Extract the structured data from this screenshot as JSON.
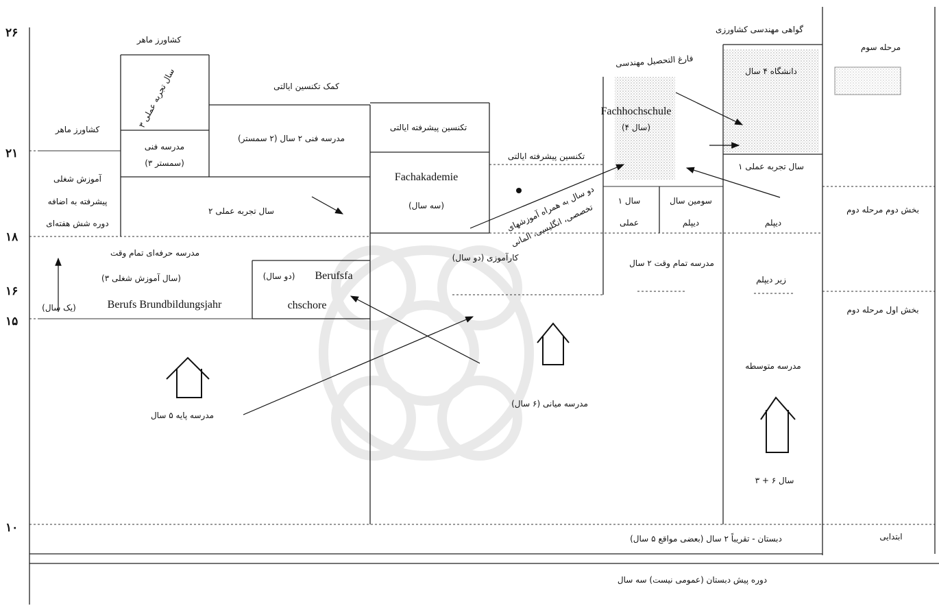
{
  "ages": [
    "۲۶",
    "۲۱",
    "۱۸",
    "۱۶",
    "۱۵",
    "۱۰"
  ],
  "stage_labels": {
    "third": "مرحله سوم",
    "part2_stage2": "بخش دوم مرحله دوم",
    "part1_stage2": "بخش اول مرحله دوم",
    "stage1": "ابتدایی"
  },
  "labels": {
    "master_farmer_top": "کشاورز ماهر",
    "work_experience_3yr": "۳ سال تجربه عملی",
    "asst_agri_ext": "کمک تکنسین ایالتی",
    "agri_eng_certificate": "گواهی مهندسی کشاورزی",
    "applied_eng_grad": "فارغ التحصیل مهندسی",
    "university_4yr": "دانشگاه ۴ سال",
    "master_farmer_left": "کشاورز ماهر",
    "tech_school": "مدرسه فنی",
    "tech_school_sem": "(۳ سمستر)",
    "tech_school_2yr": "مدرسه فنی ۲ سال (۲ سمستر)",
    "advanced_tech": "تکنسین پیشرفته ایالتی",
    "advanced_tech_state": "تکنسین پیشرفته ایالتی",
    "fachakademie": "Fachakademie",
    "three_years": "(سه سال)",
    "fachhochschule": "Fachhochschule",
    "four_years": "(۴ سال)",
    "one_yr_experience": "۱ سال تجربه عملی",
    "job_training_1": "آموزش شغلی",
    "job_training_2": "پیشرفته به اضافه",
    "job_training_3": "دوره شش هفته‌ای",
    "two_yr_experience": "۲ سال تجربه عملی",
    "diag_note_1": "دو سال به همراه آموزشهای",
    "diag_note_2": "تخصصی، انگلیسی، المانی",
    "one_year": "۱ سال",
    "practical": "عملی",
    "third_year": "سومین سال",
    "diploma_a": "دیپلم",
    "diploma_b": "دیپلم",
    "fulltime_voc": "مدرسه حرفه‌ای تمام وقت",
    "three_yr_jobtraining": "(۳ سال آموزش شغلی)",
    "two_years_paren": "(دو سال)",
    "berufsfach_1": "Berufsfa",
    "berufsfach_2": "chschore",
    "apprenticeship": "کارآموزی (دو سال)",
    "fulltime_2yr": "مدرسه تمام وقت ۲ سال",
    "one_year_paren": "(یک سال)",
    "berufsgrund": "Berufs Brundbildungsjahr",
    "sub_diploma": "زیر دیپلم",
    "secondary_school": "مدرسه متوسطه",
    "middle_school_6": "مدرسه میانی (۶ سال)",
    "basic_school_5": "مدرسه پایه ۵ سال",
    "three_plus_six": "۳ + ۶ سال",
    "primary_line": "دبستان - تقریباً ۲ سال (بعضی مواقع ۵ سال)",
    "preprimary_line": "دوره پیش دبستان (عمومی نیست) سه سال"
  }
}
